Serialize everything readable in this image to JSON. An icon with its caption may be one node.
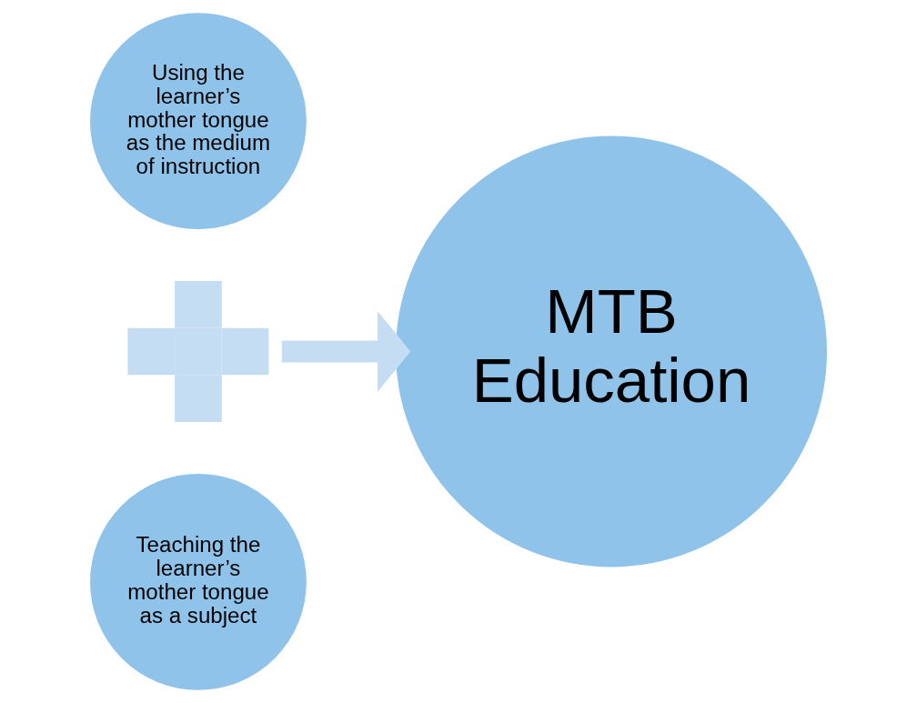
{
  "diagram": {
    "nodes": [
      {
        "text": [
          "Using the learner’s mother tongue as the medium of instruction"
        ]
      },
      {
        "text": [],
        "shape": "plus"
      },
      {
        "text": [
          "Teaching the learner’s mother tongue as a subject"
        ]
      },
      {
        "text": [
          "MTB Education"
        ]
      }
    ],
    "edges": [
      {
        "from": 1,
        "to": 3,
        "arrow": "to",
        "color": "#c5ddf2"
      }
    ]
  }
}
